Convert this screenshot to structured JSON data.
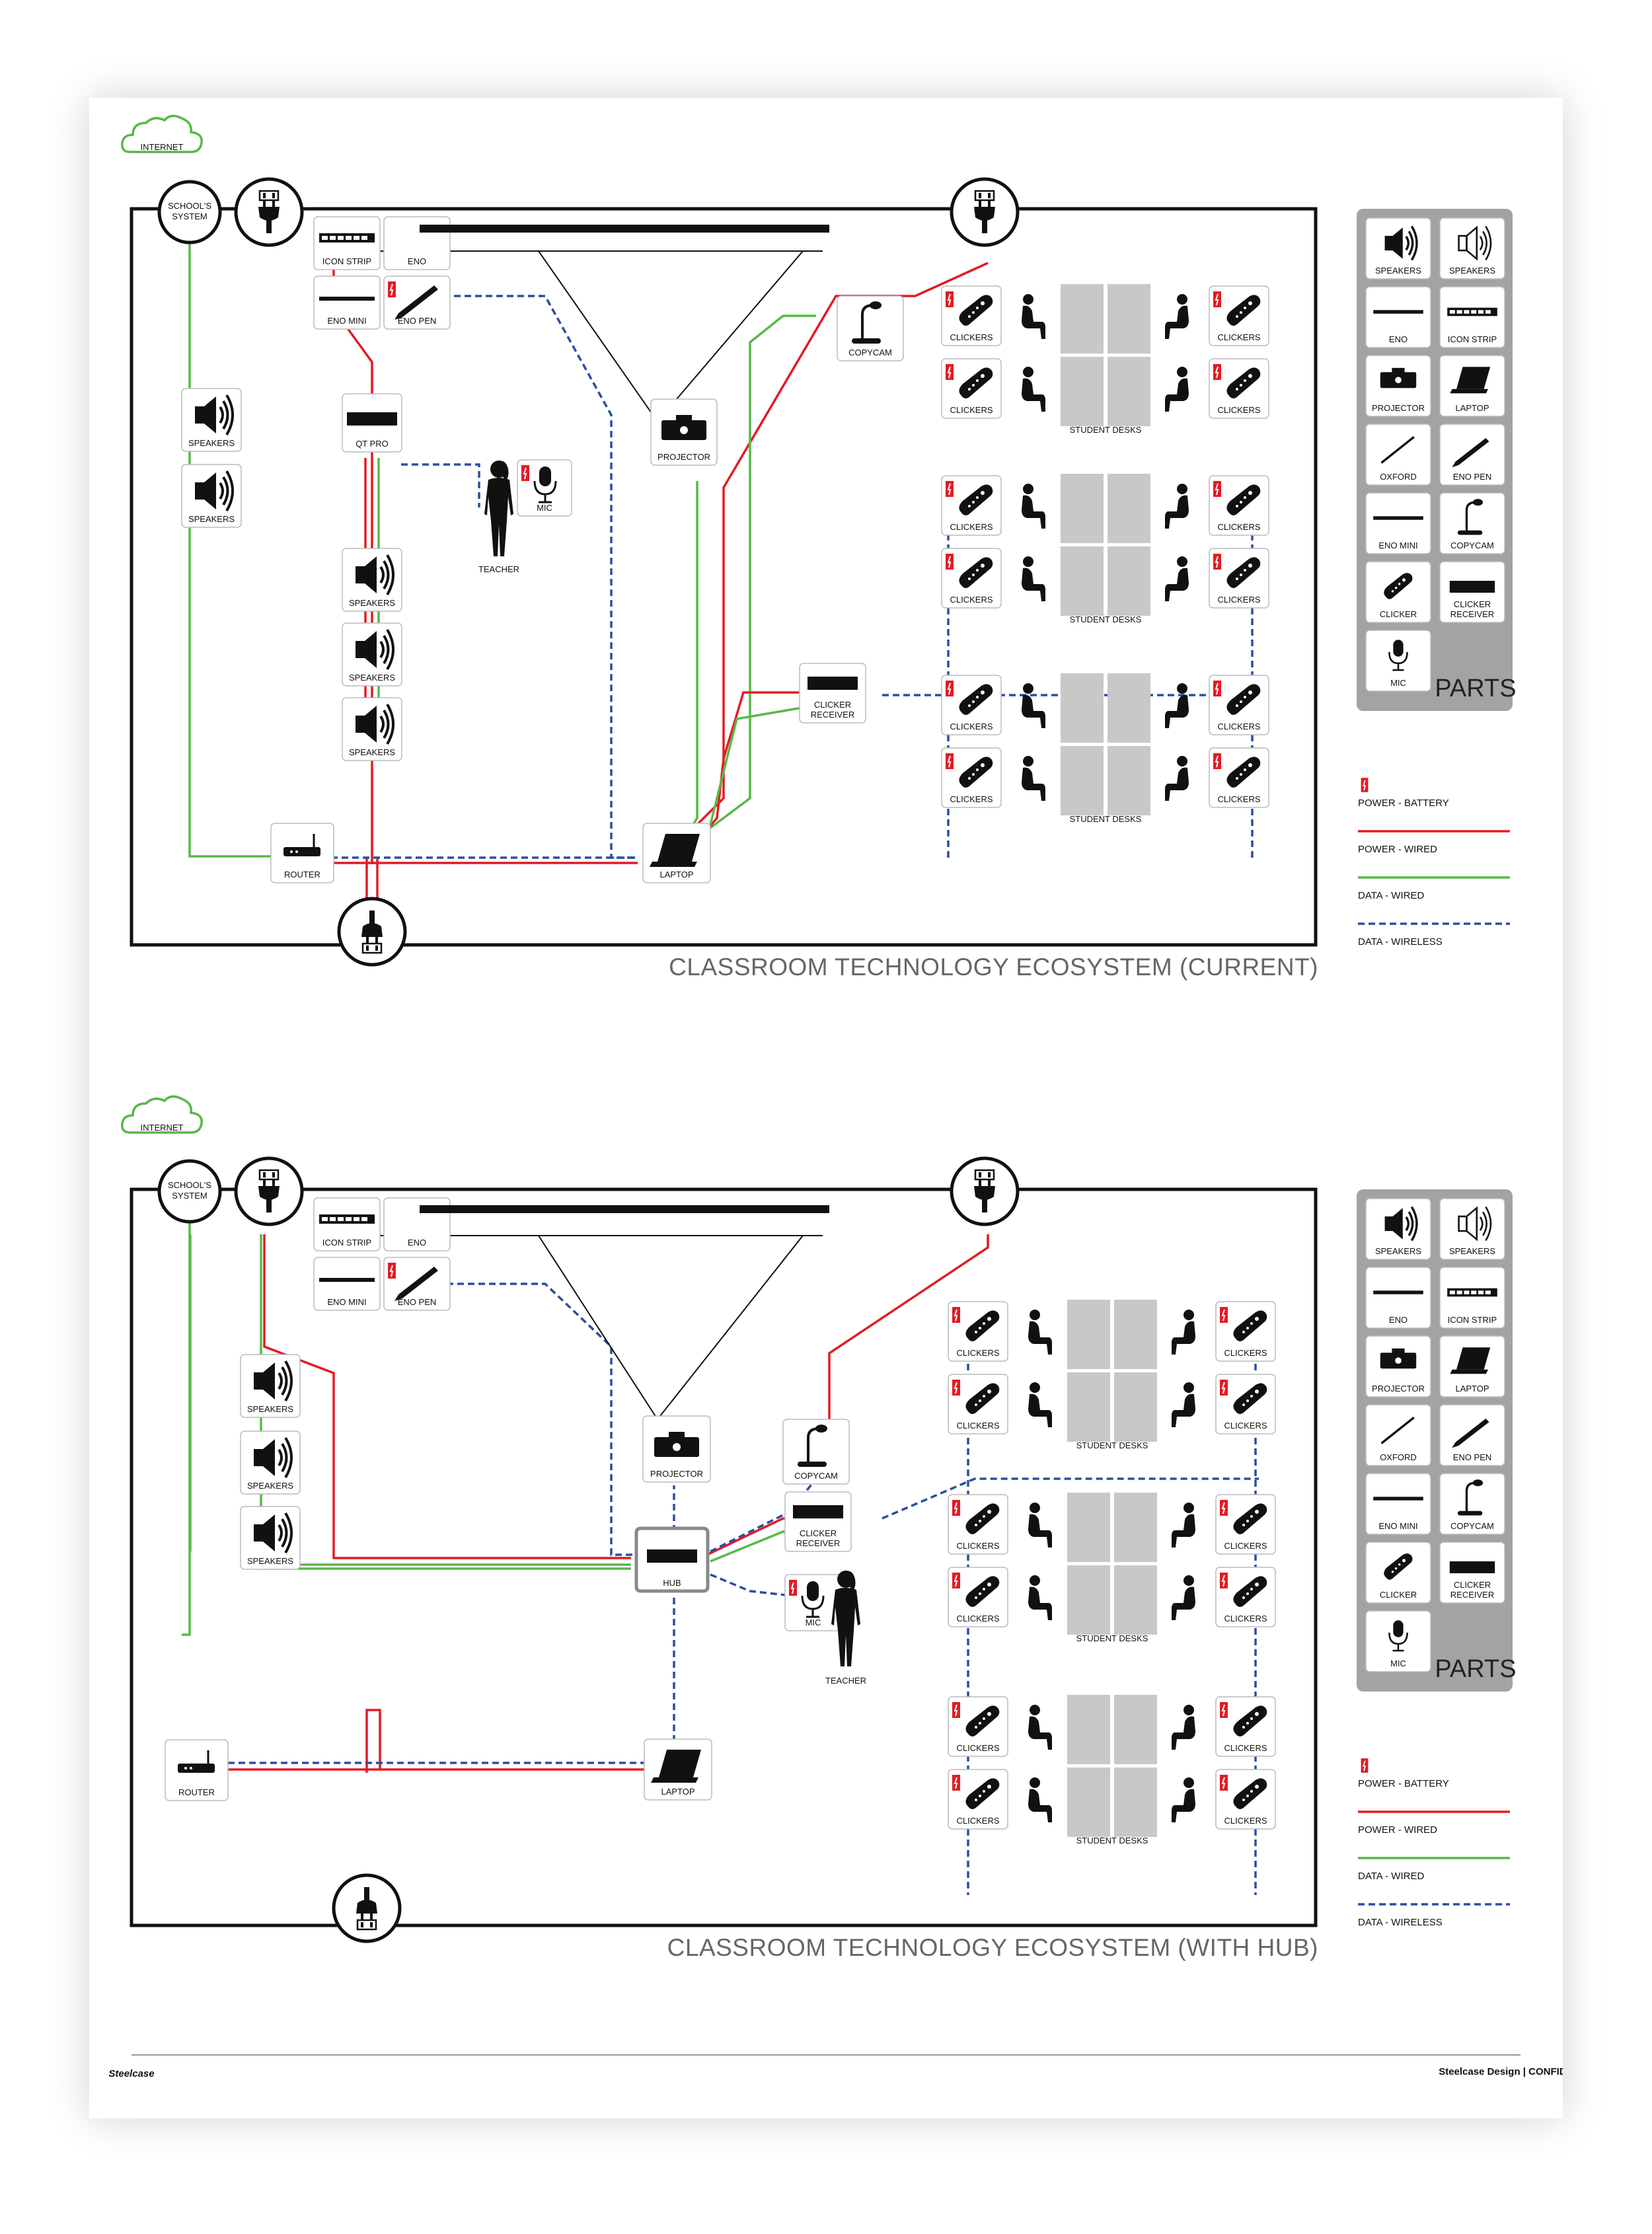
{
  "diagrams": [
    {
      "title": "CLASSROOM TECHNOLOGY ECOSYSTEM (CURRENT)",
      "labels": {
        "internet": "INTERNET",
        "schools_system": [
          "SCHOOL'S",
          "SYSTEM"
        ],
        "icon_strip": "ICON STRIP",
        "eno": "ENO",
        "eno_mini": "ENO MINI",
        "eno_pen": "ENO PEN",
        "copycam": "COPYCAM",
        "speakers": "SPEAKERS",
        "qt_pro": "QT PRO",
        "projector": "PROJECTOR",
        "mic": "MIC",
        "teacher": "TEACHER",
        "clicker_receiver": [
          "CLICKER",
          "RECEIVER"
        ],
        "router": "ROUTER",
        "laptop": "LAPTOP",
        "clickers": "CLICKERS",
        "student_desks": "STUDENT DESKS"
      }
    },
    {
      "title": "CLASSROOM TECHNOLOGY ECOSYSTEM (WITH HUB)",
      "labels": {
        "internet": "INTERNET",
        "schools_system": [
          "SCHOOL'S",
          "SYSTEM"
        ],
        "icon_strip": "ICON STRIP",
        "eno": "ENO",
        "eno_mini": "ENO MINI",
        "eno_pen": "ENO PEN",
        "copycam": "COPYCAM",
        "speakers": "SPEAKERS",
        "hub": "HUB",
        "projector": "PROJECTOR",
        "mic": "MIC",
        "teacher": "TEACHER",
        "clicker_receiver": [
          "CLICKER",
          "RECEIVER"
        ],
        "router": "ROUTER",
        "laptop": "LAPTOP",
        "clickers": "CLICKERS",
        "student_desks": "STUDENT DESKS"
      }
    }
  ],
  "parts": {
    "title": "PARTS",
    "items": [
      {
        "label": [
          "SPEAKERS"
        ],
        "icon": "speaker-icon"
      },
      {
        "label": [
          "SPEAKERS"
        ],
        "icon": "speaker-outline-icon"
      },
      {
        "label": [
          "ENO"
        ],
        "icon": "eno-board-icon"
      },
      {
        "label": [
          "ICON STRIP"
        ],
        "icon": "icon-strip-icon"
      },
      {
        "label": [
          "PROJECTOR"
        ],
        "icon": "projector-icon"
      },
      {
        "label": [
          "LAPTOP"
        ],
        "icon": "laptop-icon"
      },
      {
        "label": [
          "OXFORD"
        ],
        "icon": "stylus-icon"
      },
      {
        "label": [
          "ENO PEN"
        ],
        "icon": "pen-icon"
      },
      {
        "label": [
          "ENO MINI"
        ],
        "icon": "eno-mini-icon"
      },
      {
        "label": [
          "COPYCAM"
        ],
        "icon": "document-camera-icon"
      },
      {
        "label": [
          "CLICKER"
        ],
        "icon": "clicker-icon"
      },
      {
        "label": [
          "CLICKER",
          "RECEIVER"
        ],
        "icon": "clicker-receiver-icon"
      },
      {
        "label": [
          "MIC"
        ],
        "icon": "microphone-icon"
      }
    ]
  },
  "legend": [
    {
      "label": "POWER - BATTERY",
      "kind": "battery",
      "color": "#e31b23"
    },
    {
      "label": "POWER - WIRED",
      "kind": "solid",
      "color": "#e31b23"
    },
    {
      "label": "DATA - WIRED",
      "kind": "solid",
      "color": "#57b947"
    },
    {
      "label": "DATA - WIRELESS",
      "kind": "dashed",
      "color": "#2b4ea2"
    }
  ],
  "colors": {
    "power": "#e31b23",
    "data_wired": "#57b947",
    "data_wireless": "#2b4ea2",
    "desk": "#c8c8c8",
    "parts_panel": "#a3a3a3"
  },
  "footer": {
    "brand": "Steelcase",
    "right": "Steelcase Design  |  CONFIDENTIAL"
  }
}
